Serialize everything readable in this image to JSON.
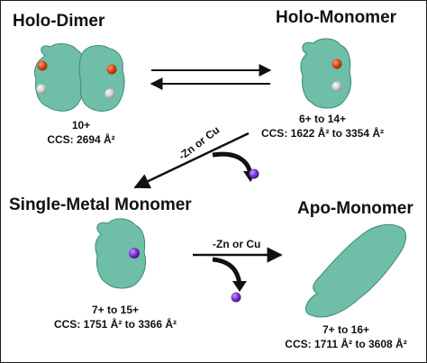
{
  "colors": {
    "protein": "#6fbfa8",
    "protein_stroke": "#3f8a76",
    "metal_zn": "#d9481a",
    "metal_cu": "#c9c9c9",
    "ion": "#7a2fd1",
    "arrow": "#111111"
  },
  "states": {
    "holo_dimer": {
      "title": "Holo-Dimer",
      "charge": "10+",
      "ccs": "CCS: 2694 Å²"
    },
    "holo_monomer": {
      "title": "Holo-Monomer",
      "charge": "6+ to 14+",
      "ccs": "CCS: 1622 Å² to 3354 Å²"
    },
    "single_metal_monomer": {
      "title": "Single-Metal Monomer",
      "charge": "7+ to 15+",
      "ccs": "CCS: 1751 Å² to 3366 Å²"
    },
    "apo_monomer": {
      "title": "Apo-Monomer",
      "charge": "7+ to 16+",
      "ccs": "CCS: 1711 Å² to 3608 Å²"
    }
  },
  "transitions": {
    "monomer_to_single": {
      "label": "-Zn or Cu"
    },
    "single_to_apo": {
      "label": "-Zn or Cu"
    }
  }
}
